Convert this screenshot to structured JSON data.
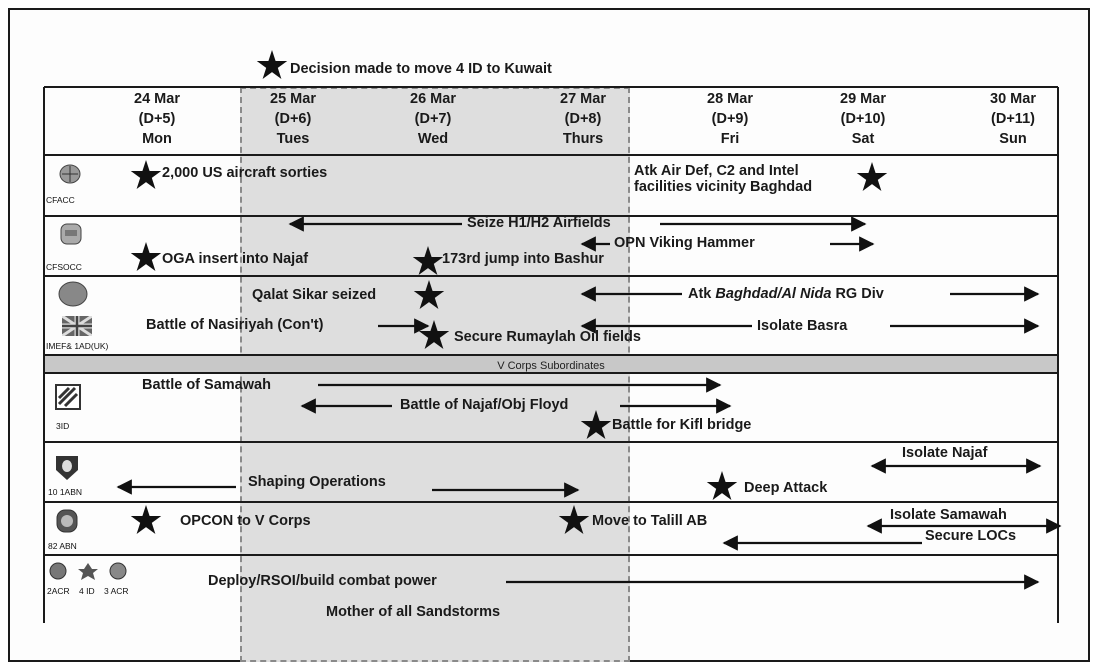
{
  "title_note": "Decision made to move 4 ID to Kuwait",
  "days": [
    {
      "date": "24 Mar",
      "d": "(D+5)",
      "dow": "Mon"
    },
    {
      "date": "25 Mar",
      "d": "(D+6)",
      "dow": "Tues"
    },
    {
      "date": "26 Mar",
      "d": "(D+7)",
      "dow": "Wed"
    },
    {
      "date": "27 Mar",
      "d": "(D+8)",
      "dow": "Thurs"
    },
    {
      "date": "28 Mar",
      "d": "(D+9)",
      "dow": "Fri"
    },
    {
      "date": "29 Mar",
      "d": "(D+10)",
      "dow": "Sat"
    },
    {
      "date": "30 Mar",
      "d": "(D+11)",
      "dow": "Sun"
    }
  ],
  "units": {
    "cfacc": "CFACC",
    "cfsocc": "CFSOCC",
    "imef": "IMEF& 1AD(UK)",
    "3id": "3ID",
    "101": "10 1ABN",
    "82": "82 ABN",
    "2acr": "2ACR",
    "4id": "4 ID",
    "3acr": "3 ACR"
  },
  "subordinates_label": "V Corps Subordinates",
  "events": {
    "sorties": "2,000 US aircraft sorties",
    "atk_air_def_1": "Atk Air Def, C2 and Intel",
    "atk_air_def_2": "facilities vicinity Baghdad",
    "seize_h1": "Seize H1/H2 Airfields",
    "viking": "OPN Viking Hammer",
    "oga": "OGA insert into Najaf",
    "jump": "173rd jump into Bashur",
    "qalat": "Qalat Sikar seized",
    "atk_baghdad_a": "Atk ",
    "atk_baghdad_b": "Baghdad/Al Nida",
    "atk_baghdad_c": " RG Div",
    "nasiriyah": "Battle of Nasiriyah (Con't)",
    "isolate_basra": "Isolate Basra",
    "rumaylah": "Secure Rumaylah Oil fields",
    "samawah": "Battle of Samawah",
    "najaf_floyd": "Battle of Najaf/Obj Floyd",
    "kifl": "Battle for Kifl bridge",
    "isolate_najaf": "Isolate Najaf",
    "shaping": "Shaping Operations",
    "deep_attack": "Deep Attack",
    "opcon": "OPCON to V Corps",
    "talill": "Move to Talill AB",
    "isolate_samawah": "Isolate Samawah",
    "secure_locs": "Secure LOCs",
    "deploy": "Deploy/RSOI/build combat power",
    "sandstorms": "Mother of all Sandstorms"
  }
}
